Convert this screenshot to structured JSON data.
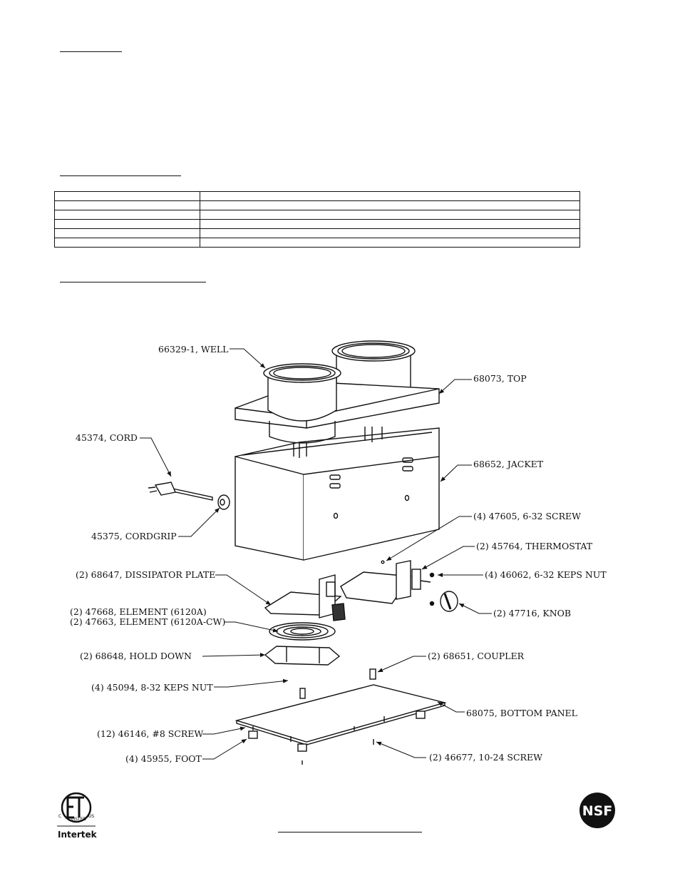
{
  "spec_table": {
    "rows": 6,
    "columns": 2
  },
  "drawing": {
    "callouts": [
      "66329-1, WELL",
      "68073, TOP",
      "45374, CORD",
      "68652, JACKET",
      "(4) 47605, 6-32 SCREW",
      "(2) 45764, THERMOSTAT",
      "45375, CORDGRIP",
      "(2) 68647, DISSIPATOR PLATE",
      "(4) 46062, 6-32 KEPS NUT",
      "(2) 47668, ELEMENT (6120A)",
      "(2) 47663, ELEMENT (6120A-CW)",
      "(2) 47716, KNOB",
      "(2) 68648, HOLD DOWN",
      "(2) 68651, COUPLER",
      "(4) 45094, 8-32 KEPS NUT",
      "68075, BOTTOM PANEL",
      "(12) 46146, #8 SCREW",
      "(4) 45955, FOOT",
      "(2) 46677, 10-24 SCREW"
    ]
  },
  "logos": {
    "etl": {
      "mark": "ETL",
      "left_mark": "C",
      "right_mark": "US",
      "sub": "LISTED",
      "company": "Intertek"
    },
    "nsf": {
      "mark": "NSF"
    }
  }
}
